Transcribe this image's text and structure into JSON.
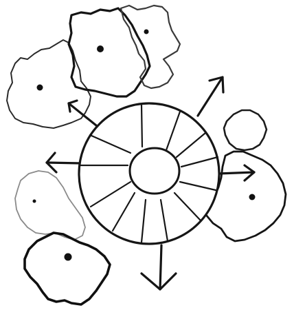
{
  "diagram": {
    "central_element": {
      "shape": "wheel",
      "spokes": 12,
      "hub": "oval"
    },
    "arrows": [
      {
        "direction": "upper-left"
      },
      {
        "direction": "upper-right"
      },
      {
        "direction": "left"
      },
      {
        "direction": "right"
      },
      {
        "direction": "down"
      }
    ],
    "surrounding_regions": [
      {
        "id": "upper-left-blob",
        "marker": "dot"
      },
      {
        "id": "top-center-blob",
        "marker": "dot"
      },
      {
        "id": "top-right-blob",
        "marker": "dot"
      },
      {
        "id": "lower-left-blob",
        "marker": "dot"
      },
      {
        "id": "bottom-left-blob",
        "marker": "dot"
      },
      {
        "id": "right-small-blob",
        "marker": "none"
      },
      {
        "id": "right-large-blob",
        "marker": "dot"
      }
    ],
    "colors": {
      "stroke": "#1a1a1a",
      "faint_stroke": "#8a8a8a",
      "background": "#ffffff"
    }
  }
}
